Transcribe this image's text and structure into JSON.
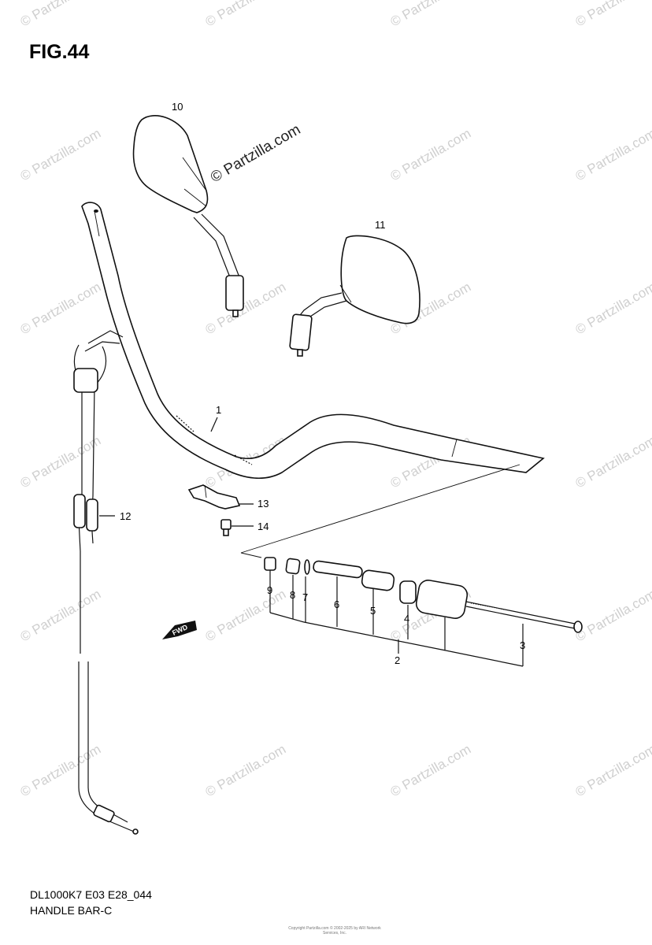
{
  "figure": {
    "title": "FIG.44",
    "code": "DL1000K7 E03 E28_044",
    "name": "HANDLE BAR-C"
  },
  "watermark": {
    "main_text": "© Partzilla.com",
    "repeat_text": "© Partzilla.com"
  },
  "arrow_label": "FWD",
  "callouts": [
    "1",
    "2",
    "3",
    "4",
    "5",
    "6",
    "7",
    "8",
    "9",
    "10",
    "11",
    "12",
    "13",
    "14"
  ],
  "copyright_text": "Copyright\nPartzilla.com © 2002-2025 by ARI Network Services, Inc."
}
